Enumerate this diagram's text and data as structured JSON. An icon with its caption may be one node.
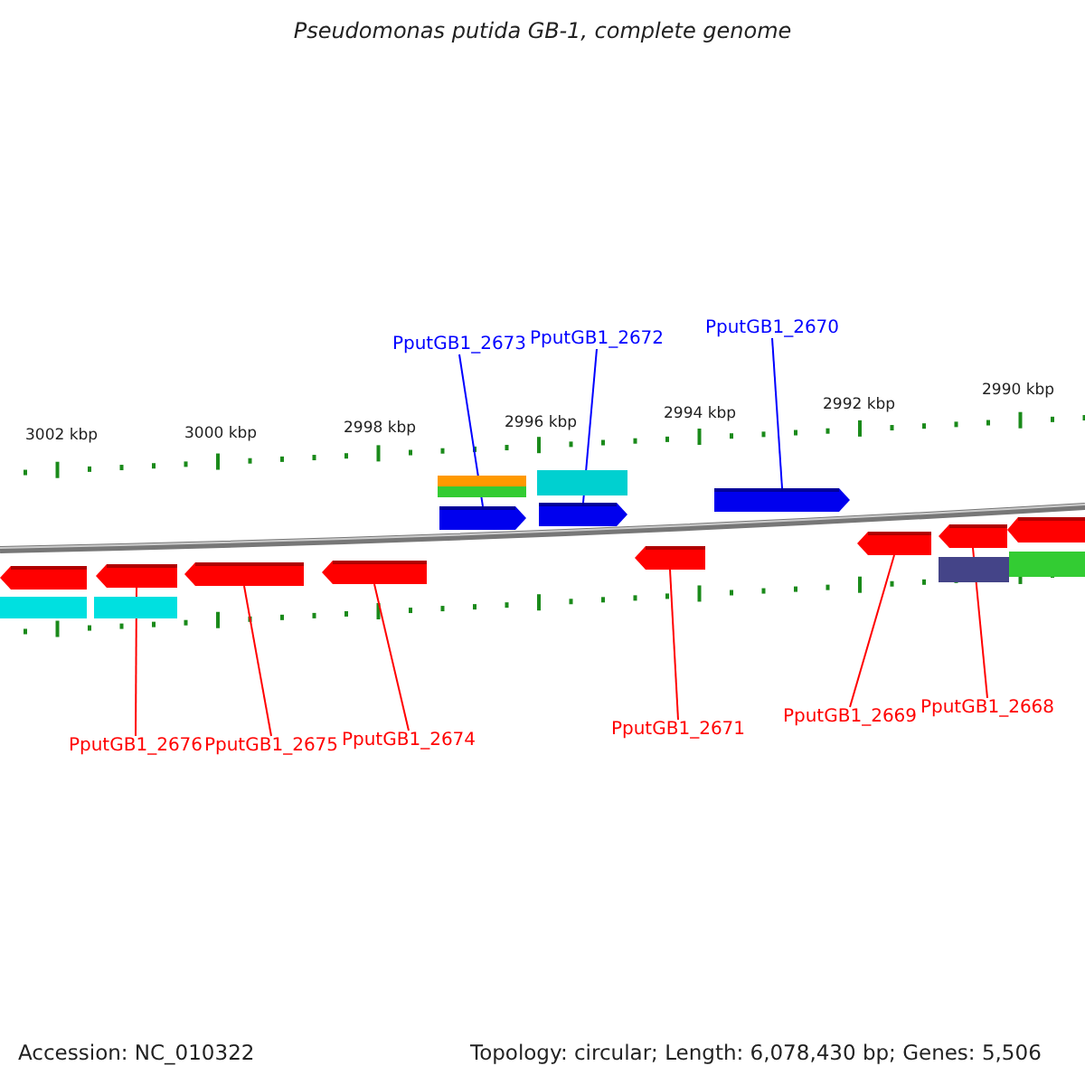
{
  "diagram": {
    "title": "Pseudomonas putida GB-1, complete genome",
    "nodes": [
      {
        "text": [
          "PputGB1_2673"
        ]
      },
      {
        "text": [
          "PputGB1_2672"
        ]
      },
      {
        "text": [
          "PputGB1_2670"
        ]
      },
      {
        "text": [
          "PputGB1_2676"
        ]
      },
      {
        "text": [
          "PputGB1_2675"
        ]
      },
      {
        "text": [
          "PputGB1_2674"
        ]
      },
      {
        "text": [
          "PputGB1_2671"
        ]
      },
      {
        "text": [
          "PputGB1_2669"
        ]
      },
      {
        "text": [
          "PputGB1_2668"
        ]
      },
      {
        "text": [],
        "shape": "arrow"
      },
      {
        "text": [],
        "shape": "arrow"
      },
      {
        "text": [],
        "shape": "arrow"
      },
      {
        "text": [],
        "shape": "arrow"
      },
      {
        "text": [],
        "shape": "arrow"
      },
      {
        "text": [],
        "shape": "arrow"
      },
      {
        "text": [],
        "shape": "arrow"
      },
      {
        "text": [],
        "shape": "arrow"
      },
      {
        "text": [],
        "shape": "arrow"
      },
      {
        "text": [],
        "shape": "arrow"
      },
      {
        "text": [],
        "shape": "arrow"
      }
    ],
    "edges": [
      {
        "from": 0,
        "to": 13,
        "arrow": "none",
        "color": "#0000ff"
      },
      {
        "from": 1,
        "to": 14,
        "arrow": "none",
        "color": "#0000ff"
      },
      {
        "from": 2,
        "to": 16,
        "arrow": "none",
        "color": "#0000ff"
      },
      {
        "from": 3,
        "to": 10,
        "arrow": "none"
      },
      {
        "from": 4,
        "to": 11,
        "arrow": "none"
      },
      {
        "from": 5,
        "to": 12,
        "arrow": "none"
      },
      {
        "from": 6,
        "to": 15,
        "arrow": "none"
      },
      {
        "from": 7,
        "to": 17,
        "arrow": "none"
      },
      {
        "from": 8,
        "to": 18,
        "arrow": "none"
      }
    ],
    "labels": [
      "3002 kbp",
      "3000 kbp",
      "2998 kbp",
      "2996 kbp",
      "2994 kbp",
      "2992 kbp",
      "2990 kbp",
      "Accession: NC_010322",
      "Topology: circular; Length: 6,078,430 bp; Genes: 5,506"
    ]
  }
}
